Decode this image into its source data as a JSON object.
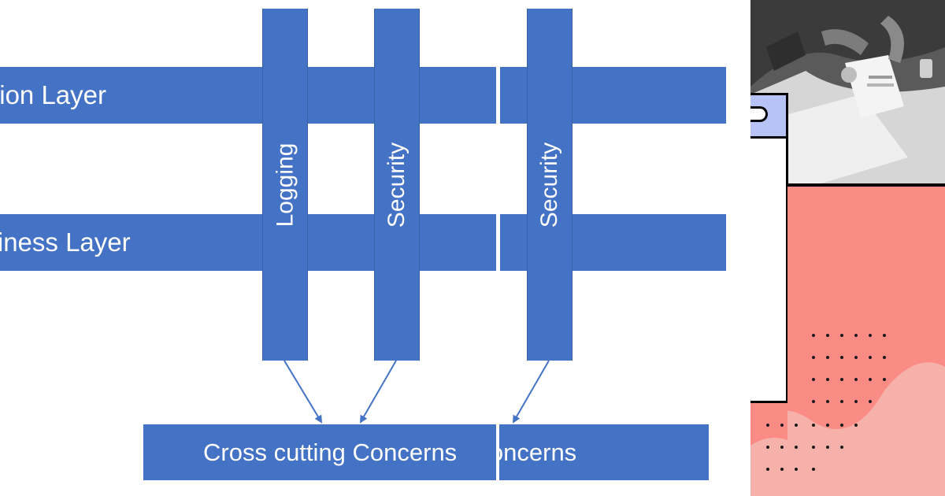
{
  "diagram": {
    "layers": [
      {
        "label": "Presentation Layer"
      },
      {
        "label": "Business Layer"
      }
    ],
    "concerns": [
      "Logging",
      "Security",
      "Security"
    ],
    "target": {
      "label": "Cross cutting Concerns"
    },
    "target_duplicate": {
      "label": "Cross cutting Concerns"
    }
  },
  "colors": {
    "bar": "#4472C4",
    "background": "#ffffff",
    "accent_salmon": "#FA8C85",
    "accent_pink": "#F7B1AB",
    "tab_lavender": "#B8C3F5"
  },
  "photo_panel": {
    "icon": "office-desk-photo"
  },
  "decor_panel": {
    "icon": "dot-grid-pattern"
  }
}
